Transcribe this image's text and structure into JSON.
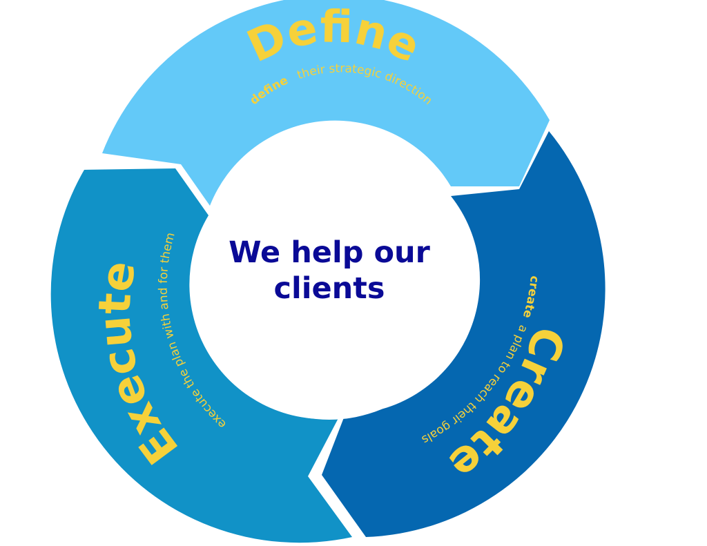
{
  "colors": {
    "define": "#63c9f8",
    "create": "#0567b0",
    "execute": "#1192c7",
    "accent_text": "#f6d13a",
    "center_text": "#0a0a96",
    "background": "#ffffff"
  },
  "center": {
    "text_line1": "We help our",
    "text_line2": "clients"
  },
  "segments": {
    "define": {
      "title": "Define",
      "desc_bold": "define",
      "desc": "their strategic direction"
    },
    "create": {
      "title": "Create",
      "desc_bold": "create",
      "desc": "a plan to reach their goals"
    },
    "execute": {
      "title": "Execute",
      "desc_bold": "",
      "desc": "execute the plan with and for them"
    }
  }
}
